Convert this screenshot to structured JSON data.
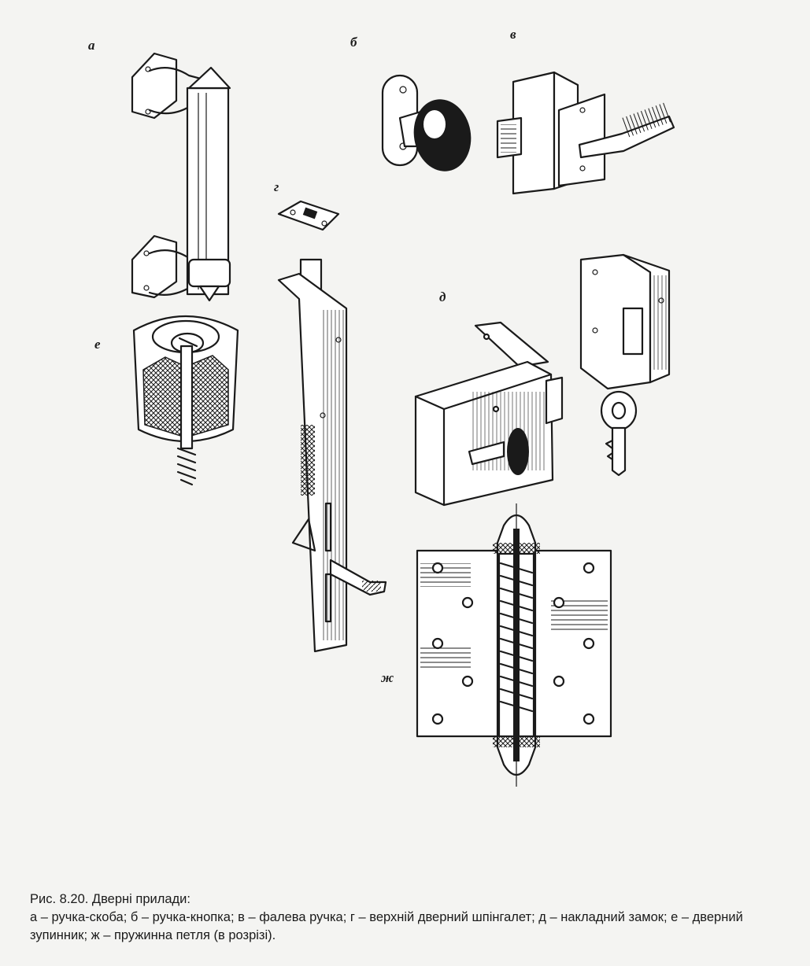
{
  "labels": {
    "a": "а",
    "b": "б",
    "v": "в",
    "g": "г",
    "d": "д",
    "e": "е",
    "zh": "ж"
  },
  "caption": {
    "title": "Рис. 8.20. Дверні прилади:",
    "text": "а – ручка-скоба; б – ручка-кнопка; в – фалева ручка; г – верхній дверний шпінгалет; д – накладний замок; е – дверний зупинник; ж – пружинна петля (в розрізі)."
  }
}
